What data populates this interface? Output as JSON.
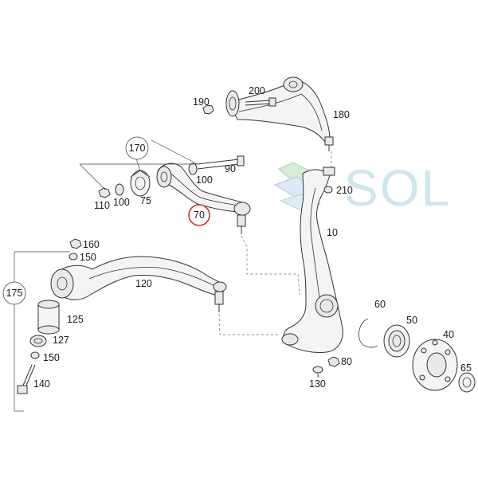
{
  "watermark": {
    "text": "SOL",
    "logo_icon": "sol-swirl-logo-icon"
  },
  "labels": {
    "p10": "10",
    "p40": "40",
    "p50": "50",
    "p60": "60",
    "p65": "65",
    "p70": "70",
    "p75": "75",
    "p80": "80",
    "p90": "90",
    "p100a": "100",
    "p100b": "100",
    "p110": "110",
    "p120": "120",
    "p125": "125",
    "p127": "127",
    "p130": "130",
    "p140": "140",
    "p150a": "150",
    "p150b": "150",
    "p160": "160",
    "p170": "170",
    "p175": "175",
    "p180": "180",
    "p190": "190",
    "p200": "200",
    "p210": "210"
  },
  "highlight": {
    "part": "70",
    "color": "#d62828"
  }
}
